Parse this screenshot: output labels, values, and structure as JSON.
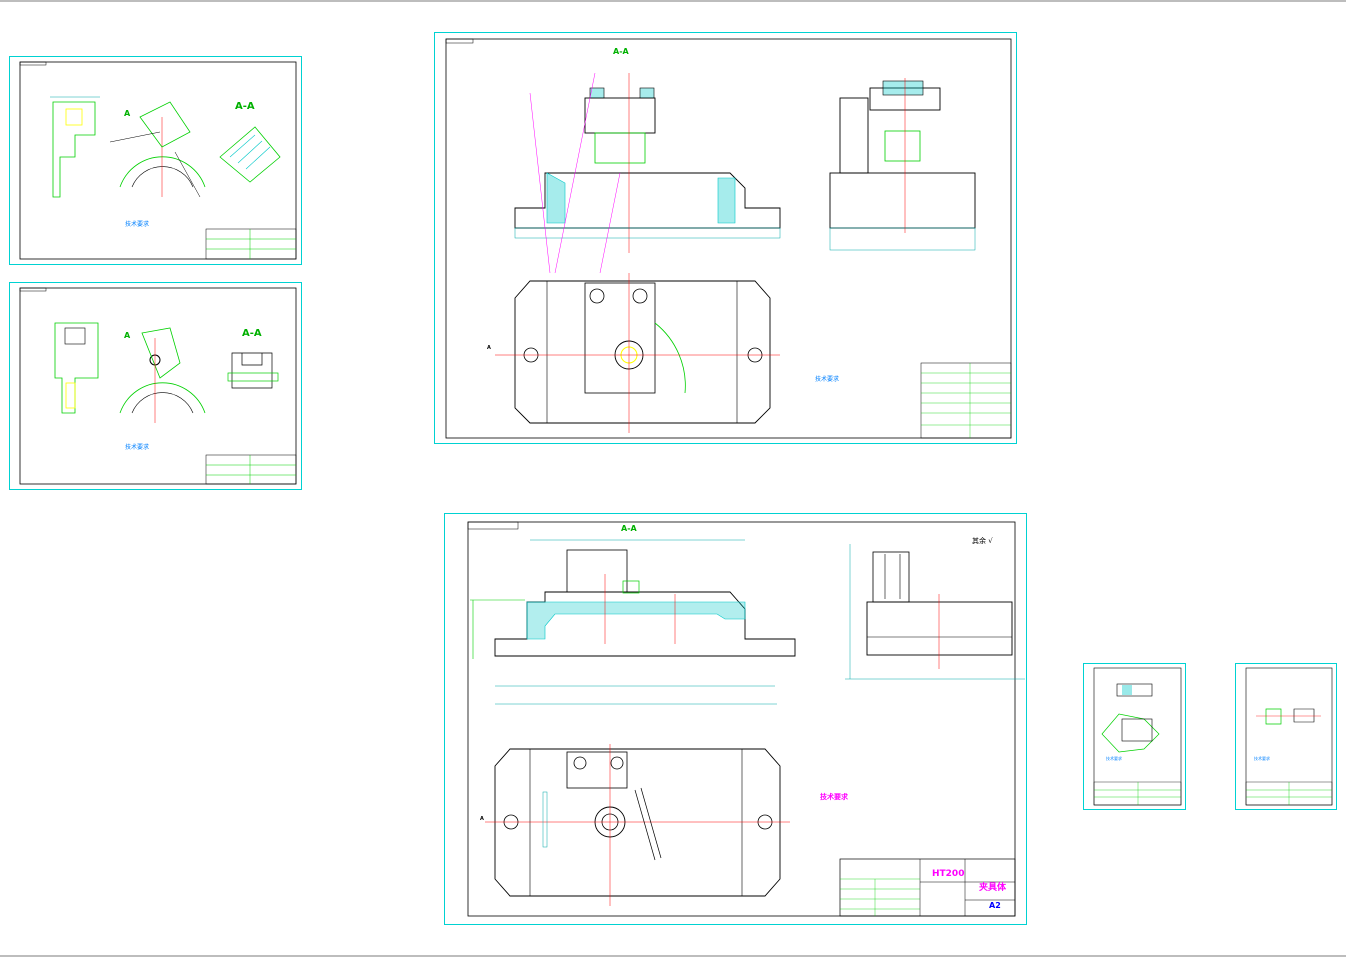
{
  "window": {
    "title": ""
  },
  "colors": {
    "frame": "#00d2d2",
    "outline": "#000000",
    "centerline": "#ff0000",
    "dimension": "#00a8a8",
    "hatch": "#00c8c8",
    "leader": "#ff00ff",
    "section_label": "#00b000",
    "notes": "#0080ff",
    "part_yellow": "#ffff00",
    "part_green": "#00e000"
  },
  "sheets": {
    "part_a": {
      "section_label": "A-A",
      "view_label": "A",
      "notes_title": "技术要求"
    },
    "part_b": {
      "section_label": "A-A",
      "view_label": "A",
      "notes_title": "技术要求"
    },
    "assembly": {
      "section_label": "A-A",
      "view_label": "A",
      "notes_title": "技术要求"
    },
    "fixture_body": {
      "section_label": "A-A",
      "view_label": "A",
      "notes_title": "技术要求",
      "material": "HT200",
      "part_name": "夹具体",
      "paper_size": "A2",
      "roughness": "其余"
    },
    "small_1": {
      "notes_title": "技术要求"
    },
    "small_2": {
      "notes_title": "技术要求"
    }
  },
  "icons": [
    "surface-roughness-icon",
    "centerline-cross-icon"
  ]
}
